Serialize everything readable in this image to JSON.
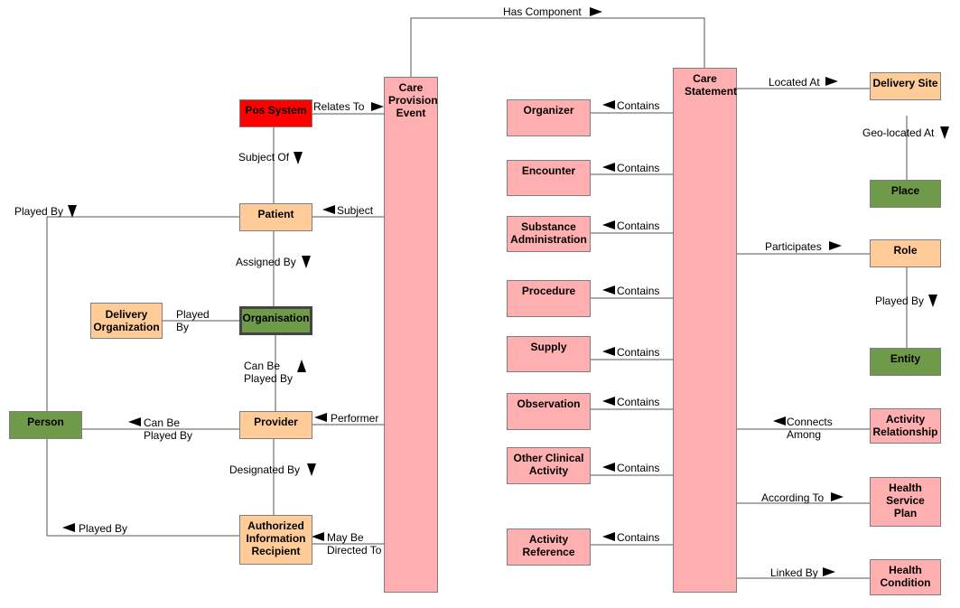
{
  "colors": {
    "class_peach": "#ffcc99",
    "class_pink": "#ffafaf",
    "class_green": "#6f9a4a",
    "class_red": "#ff0000",
    "connector": "#555555",
    "arrow": "#000000"
  },
  "nodes": {
    "care_provision_event": "Care Provision Event",
    "care_statement": "Care Statement",
    "pos_system": "Pos System",
    "patient": "Patient",
    "organisation": "Organisation",
    "delivery_organization": "Delivery Organization",
    "provider": "Provider",
    "authorized_information_recipient": "Authorized Information Recipient",
    "person": "Person",
    "organizer": "Organizer",
    "encounter": "Encounter",
    "substance_administration": "Substance Administration",
    "procedure": "Procedure",
    "supply": "Supply",
    "observation": "Observation",
    "other_clinical_activity": "Other Clinical Activity",
    "activity_reference": "Activity Reference",
    "delivery_site": "Delivery Site",
    "place": "Place",
    "role": "Role",
    "entity": "Entity",
    "activity_relationship": "Activity Relationship",
    "health_service_plan": "Health Service Plan",
    "health_condition": "Health Condition"
  },
  "relations": {
    "has_component": "Has Component",
    "relates_to": "Relates To",
    "subject_of": "Subject Of",
    "subject": "Subject",
    "played_by": "Played By",
    "assigned_by": "Assigned By",
    "played_by_org": "Played By",
    "can_be_played_by": "Can Be Played By",
    "can_be_played_by_person": "Can Be Played By",
    "performer": "Performer",
    "designated_by": "Designated By",
    "played_by_recipient": "Played By",
    "may_be_directed_to": "May Be Directed To",
    "contains": "Contains",
    "located_at": "Located At",
    "geo_located_at": "Geo-located At",
    "participates": "Participates",
    "played_by_entity": "Played By",
    "connects_among": "Connects Among",
    "according_to": "According To",
    "linked_by": "Linked By"
  }
}
